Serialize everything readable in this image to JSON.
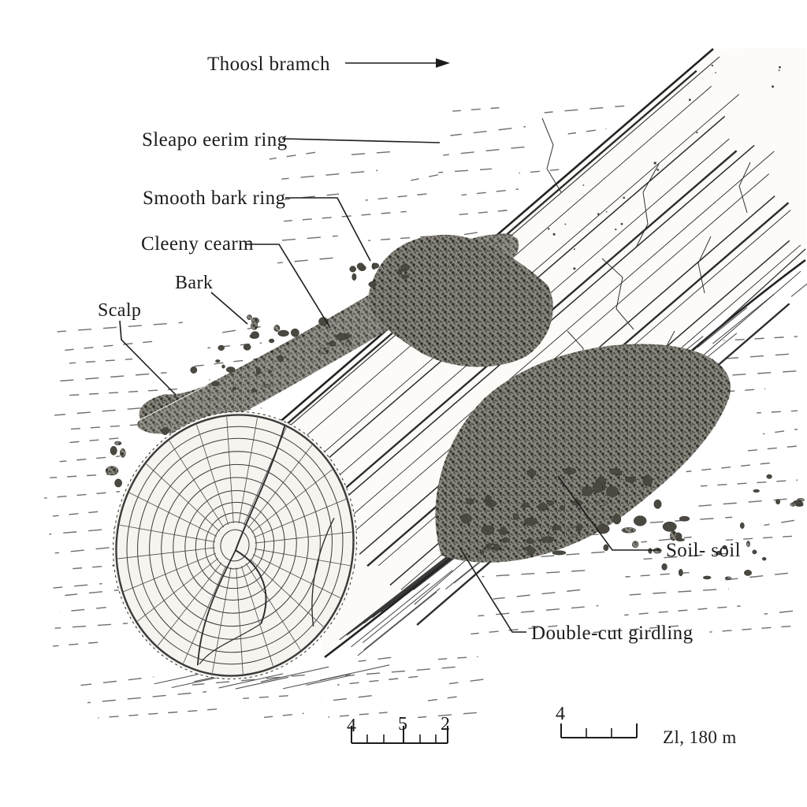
{
  "figure": {
    "labels": {
      "branch": "Thoosl bramch",
      "sleapo": "Sleapo eerim ring",
      "smooth": "Smooth bark ring",
      "cleeny": "Cleeny cearm",
      "bark": "Bark",
      "scalp": "Scalp",
      "soil": "Soil- soil",
      "girdling": "Double-cut girdling"
    },
    "scale_left": {
      "n1": "4",
      "n2": "5",
      "n3": "2"
    },
    "scale_right": {
      "n1": "4",
      "caption": "Zl, 180 m"
    },
    "colors": {
      "ink": "#1c1c1c",
      "paper": "#ffffff",
      "soil_gray": "#8a887f"
    }
  }
}
